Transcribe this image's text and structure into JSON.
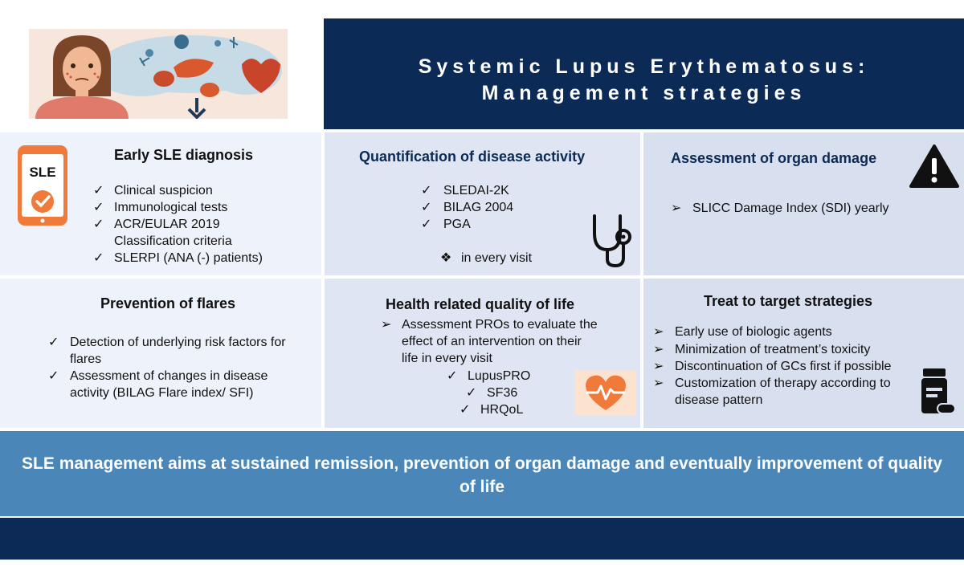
{
  "header": {
    "title_line1": "Systemic Lupus Erythematosus:",
    "title_line2": "Management strategies"
  },
  "colors": {
    "navy": "#0b2a55",
    "band_blue": "#4a87b8",
    "panel_light": "#eef2fa",
    "panel_mid": "#dfe5f2",
    "panel_dark": "#d8dfee",
    "accent_orange": "#f07a3a"
  },
  "icons": {
    "illustration": "patient-organs-illustration",
    "diagnosis": "phone-check-icon",
    "activity": "stethoscope-icon",
    "damage": "warning-triangle-icon",
    "qol": "heart-pulse-icon",
    "treat": "pill-bottle-icon"
  },
  "early_diagnosis": {
    "phone_label": "SLE",
    "title": "Early SLE diagnosis",
    "items": [
      "Clinical suspicion",
      "Immunological tests",
      "ACR/EULAR 2019 Classification criteria",
      "SLERPI (ANA (-) patients)"
    ]
  },
  "disease_activity": {
    "title": "Quantification of disease activity",
    "items": [
      "SLEDAI-2K",
      "BILAG 2004",
      "PGA"
    ],
    "note": "in every visit"
  },
  "organ_damage": {
    "title": "Assessment of organ damage",
    "items": [
      "SLICC Damage Index (SDI) yearly"
    ]
  },
  "flares": {
    "title": "Prevention of flares",
    "items": [
      "Detection of underlying risk factors for flares",
      "Assessment of changes in disease activity (BILAG Flare index/ SFI)"
    ]
  },
  "quality_of_life": {
    "title": "Health related quality of life",
    "intro": "Assessment PROs to evaluate the effect of an intervention on their life in every visit",
    "items": [
      "LupusPRO",
      "SF36",
      "HRQoL"
    ]
  },
  "treat_to_target": {
    "title": "Treat to target strategies",
    "items": [
      "Early use of biologic agents",
      "Minimization of treatment’s toxicity",
      "Discontinuation of GCs first if possible",
      "Customization of therapy according to disease pattern"
    ]
  },
  "conclusion": "SLE management aims at  sustained remission, prevention of organ damage and eventually improvement of quality of life"
}
